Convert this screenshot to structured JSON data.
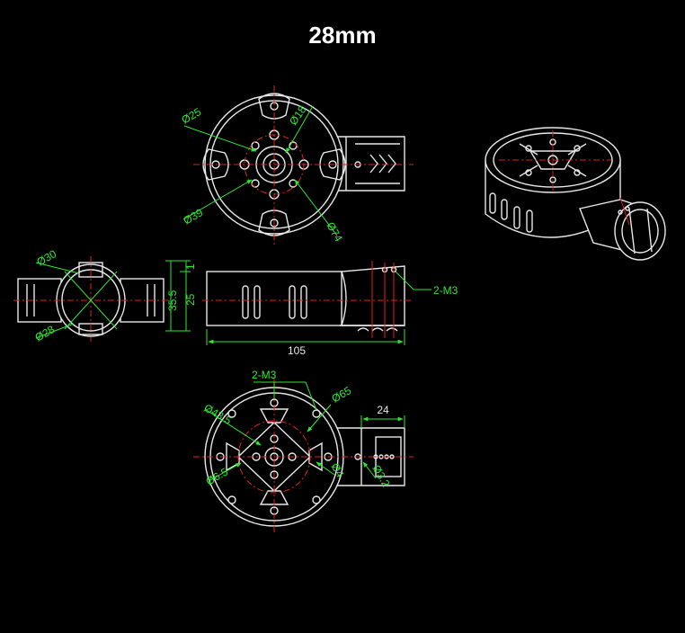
{
  "title": "28mm",
  "top_view": {
    "dims": [
      "Ø25",
      "Ø18",
      "Ø39",
      "Ø74"
    ]
  },
  "side_view_end": {
    "dims": [
      "Ø30",
      "Ø28",
      "35.5",
      "25",
      "1"
    ]
  },
  "side_view_long": {
    "dims": [
      "105",
      "2-M3"
    ]
  },
  "bottom_view": {
    "dims": [
      "2-M3",
      "Ø65",
      "Ø43.5",
      "24",
      "Ø6.5",
      "Ø4",
      "Ø3.2"
    ]
  },
  "colors": {
    "background": "#000000",
    "outline": "#e8e8e8",
    "dimension": "#2ee82e",
    "centerline": "#e02020"
  }
}
